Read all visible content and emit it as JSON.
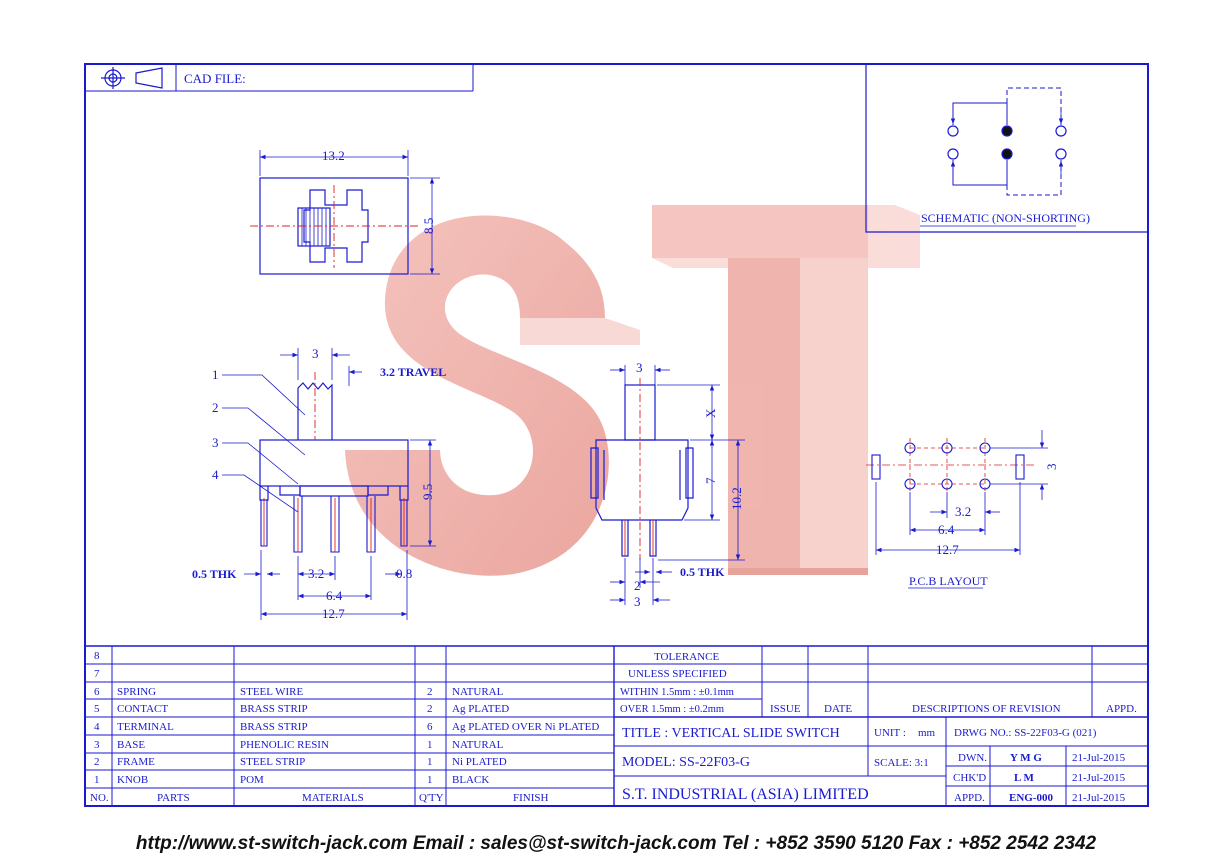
{
  "header": {
    "cad_file_label": "CAD FILE:"
  },
  "watermark": {
    "text": "ST"
  },
  "top_view": {
    "width_dim": "13.2",
    "height_dim": "8.5"
  },
  "front_view": {
    "knob_width": "3",
    "travel": "3.2 TRAVEL",
    "height": "9.5",
    "pitch": "3.2",
    "span": "6.4",
    "overall": "12.7",
    "thk": "0.5 THK",
    "pin_width": "0.8",
    "callouts": [
      "1",
      "2",
      "3",
      "4"
    ]
  },
  "side_view": {
    "knob_width": "3",
    "x": "X",
    "body_height": "7",
    "overall_height": "10.2",
    "pin_gap": "2",
    "pin_span": "3",
    "thk": "0.5 THK"
  },
  "schematic": {
    "caption": "SCHEMATIC (NON-SHORTING)"
  },
  "pcb": {
    "row_gap": "3",
    "pitch": "3.2",
    "span": "6.4",
    "overall": "12.7",
    "caption": "P.C.B LAYOUT"
  },
  "bom": {
    "headers": {
      "no": "NO.",
      "parts": "PARTS",
      "materials": "MATERIALS",
      "qty": "Q'TY",
      "finish": "FINISH"
    },
    "rows": [
      {
        "no": "8",
        "part": "",
        "material": "",
        "qty": "",
        "finish": ""
      },
      {
        "no": "7",
        "part": "",
        "material": "",
        "qty": "",
        "finish": ""
      },
      {
        "no": "6",
        "part": "SPRING",
        "material": "STEEL WIRE",
        "qty": "2",
        "finish": "NATURAL"
      },
      {
        "no": "5",
        "part": "CONTACT",
        "material": "BRASS STRIP",
        "qty": "2",
        "finish": "Ag PLATED"
      },
      {
        "no": "4",
        "part": "TERMINAL",
        "material": "BRASS STRIP",
        "qty": "6",
        "finish": "Ag PLATED OVER Ni PLATED"
      },
      {
        "no": "3",
        "part": "BASE",
        "material": "PHENOLIC RESIN",
        "qty": "1",
        "finish": "NATURAL"
      },
      {
        "no": "2",
        "part": "FRAME",
        "material": "STEEL STRIP",
        "qty": "1",
        "finish": "Ni PLATED"
      },
      {
        "no": "1",
        "part": "KNOB",
        "material": "POM",
        "qty": "1",
        "finish": "BLACK"
      }
    ]
  },
  "title_block": {
    "tolerance_1": "TOLERANCE",
    "tolerance_2": "UNLESS   SPECIFIED",
    "tolerance_3": "WITHIN  1.5mm : ±0.1mm",
    "tolerance_4": "OVER    1.5mm : ±0.2mm",
    "issue": "ISSUE",
    "date": "DATE",
    "revision": "DESCRIPTIONS OF REVISION",
    "appd": "APPD.",
    "title": "TITLE : VERTICAL SLIDE SWITCH",
    "unit_label": "UNIT :",
    "unit": "mm",
    "drwg": "DRWG NO.: SS-22F03-G (021)",
    "model": "MODEL: SS-22F03-G",
    "scale": "SCALE:  3:1",
    "dwn_label": "DWN.",
    "dwn": "Y M G",
    "dwn_date": "21-Jul-2015",
    "chkd_label": "CHK'D",
    "chkd": "L M",
    "chkd_date": "21-Jul-2015",
    "appd_label": "APPD.",
    "appd_by": "ENG-000",
    "appd_date": "21-Jul-2015",
    "company": "S.T.  INDUSTRIAL  (ASIA)  LIMITED"
  },
  "footer": {
    "contact": "http://www.st-switch-jack.com  Email : sales@st-switch-jack.com  Tel : +852 3590 5120  Fax : +852 2542 2342"
  }
}
